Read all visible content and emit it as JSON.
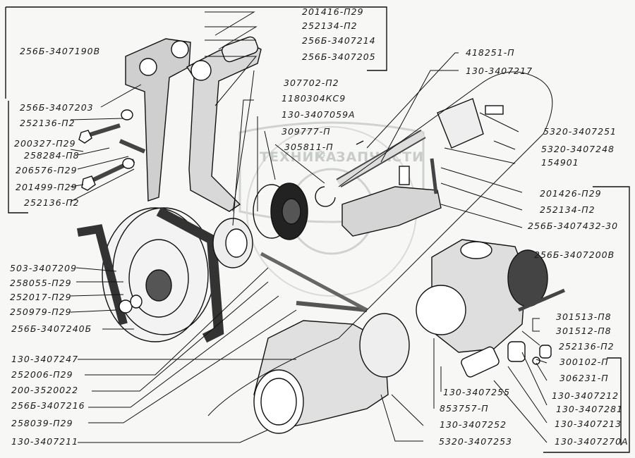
{
  "diagram": {
    "subject": "Exploded view of power steering pump and drive assembly",
    "watermark": {
      "left": "ТЕХНИКА",
      "right": "ЗАПЧАСТИ",
      "logo": "gear-logo"
    },
    "labels": {
      "l01": "256Б-3407190В",
      "l02": "256Б-3407203",
      "l03": "252136-П2",
      "l04": "200327-П29",
      "l05": "258284-П8",
      "l06": "206576-П29",
      "l07": "201499-П29",
      "l08": "252136-П2",
      "l09": "201416-П29",
      "l10": "252134-П2",
      "l11": "256Б-3407214",
      "l12": "256Б-3407205",
      "l13": "307702-П2",
      "l14": "1180304КС9",
      "l15": "130-3407059А",
      "l16": "309777-П",
      "l17": "305811-П",
      "l18": "418251-П",
      "l19": "130-3407217",
      "l20": "5320-3407251",
      "l21": "5320-3407248",
      "l22": "154901",
      "l23": "201426-П29",
      "l24": "252134-П2",
      "l25": "256Б-3407432-30",
      "l26": "256Б-3407200В",
      "l27": "503-3407209",
      "l28": "258055-П29",
      "l29": "252017-П29",
      "l30": "250979-П29",
      "l31": "256Б-3407240Б",
      "l32": "130-3407247",
      "l33": "252006-П29",
      "l34": "200-3520022",
      "l35": "256Б-3407216",
      "l36": "258039-П29",
      "l37": "130-3407211",
      "l38": "301513-П8",
      "l39": "301512-П8",
      "l40": "252136-П2",
      "l41": "300102-П",
      "l42": "306231-П",
      "l43": "130-3407212",
      "l44": "130-3407281",
      "l45": "130-3407213",
      "l46": "130-3407270А",
      "l47": "130-3407255",
      "l48": "853757-П",
      "l49": "130-3407252",
      "l50": "5320-3407253"
    }
  }
}
